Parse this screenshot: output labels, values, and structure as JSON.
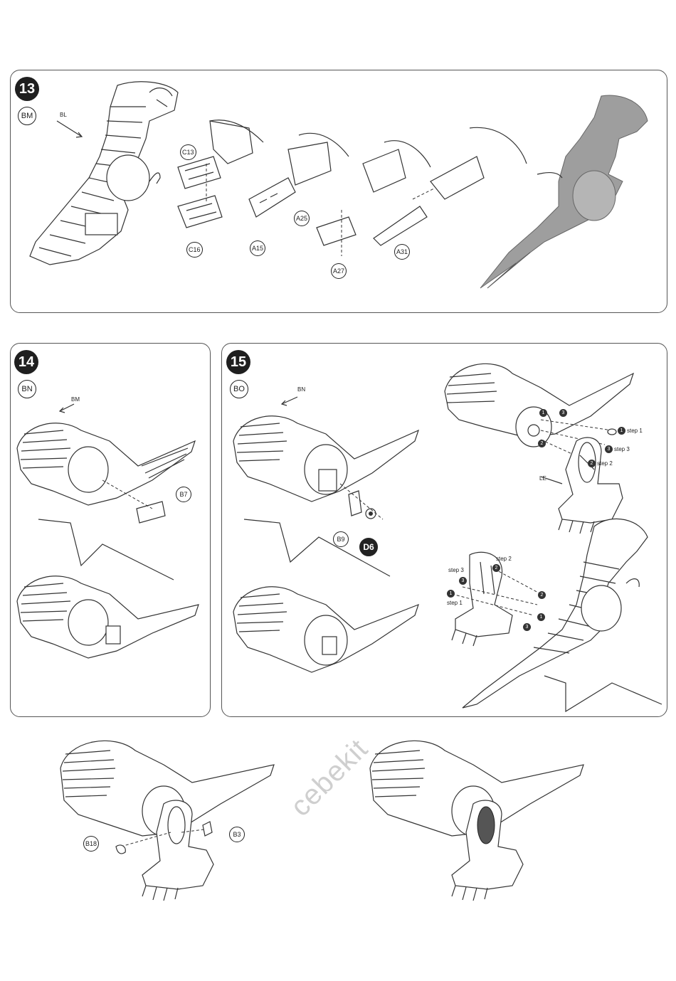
{
  "watermark": "cebekit",
  "step13": {
    "number": "13",
    "bag": "BM",
    "pointer_label": "BL",
    "parts": [
      "C13",
      "C16",
      "A15",
      "A25",
      "A27",
      "A31"
    ]
  },
  "step14": {
    "number": "14",
    "bag": "BN",
    "pointer_label": "BM",
    "parts": [
      "B7"
    ]
  },
  "step15": {
    "number": "15",
    "bag": "BO",
    "pointer_label": "BN",
    "parts": [
      "B9",
      "D6"
    ]
  },
  "legs": {
    "label": "LE",
    "upper_steps": [
      {
        "num": "1",
        "text": "step 1"
      },
      {
        "num": "3",
        "text": "step 3"
      },
      {
        "num": "2",
        "text": "step 2"
      }
    ],
    "lower_steps": [
      {
        "text": "step 3"
      },
      {
        "text": "step 2"
      },
      {
        "text": "step 1"
      }
    ],
    "markers": [
      "1",
      "2",
      "3"
    ]
  },
  "final": {
    "parts": [
      "B18",
      "B3"
    ]
  }
}
